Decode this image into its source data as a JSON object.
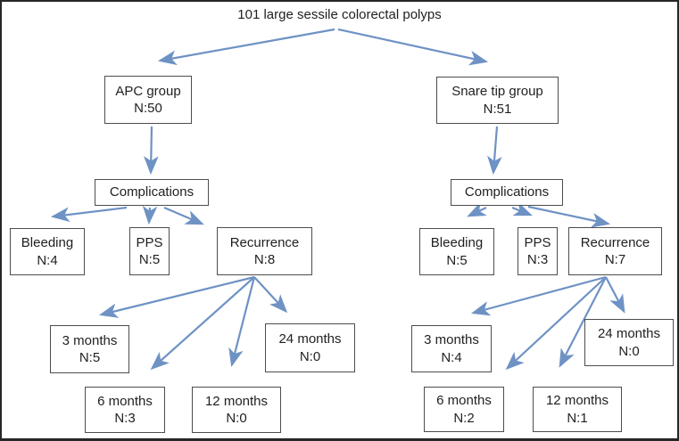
{
  "diagram": {
    "title": "101 large sessile colorectal polyps",
    "total_polyps": 101,
    "left": {
      "group": {
        "label": "APC group",
        "n": "N:50"
      },
      "complications": {
        "label": "Complications"
      },
      "bleeding": {
        "label": "Bleeding",
        "n": "N:4"
      },
      "pps": {
        "label": "PPS",
        "n": "N:5"
      },
      "recurrence": {
        "label": "Recurrence",
        "n": "N:8"
      },
      "m3": {
        "label": "3 months",
        "n": "N:5"
      },
      "m6": {
        "label": "6 months",
        "n": "N:3"
      },
      "m12": {
        "label": "12 months",
        "n": "N:0"
      },
      "m24": {
        "label": "24 months",
        "n": "N:0"
      }
    },
    "right": {
      "group": {
        "label": "Snare tip group",
        "n": "N:51"
      },
      "complications": {
        "label": "Complications"
      },
      "bleeding": {
        "label": "Bleeding",
        "n": "N:5"
      },
      "pps": {
        "label": "PPS",
        "n": "N:3"
      },
      "recurrence": {
        "label": "Recurrence",
        "n": "N:7"
      },
      "m3": {
        "label": "3 months",
        "n": "N:4"
      },
      "m6": {
        "label": "6 months",
        "n": "N:2"
      },
      "m12": {
        "label": "12 months",
        "n": "N:1"
      },
      "m24": {
        "label": "24 months",
        "n": "N:0"
      }
    },
    "colors": {
      "arrow": "#6e92c4",
      "box_border": "#4d4d4d",
      "frame_border": "#262626",
      "text": "#1f1f1f"
    }
  }
}
